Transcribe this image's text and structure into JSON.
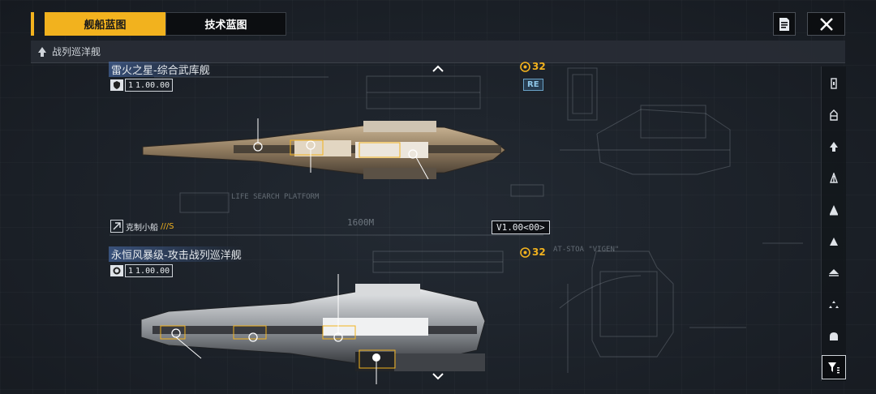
{
  "tabs": [
    {
      "label": "舰船蓝图",
      "active": true
    },
    {
      "label": "技术蓝图",
      "active": false
    }
  ],
  "header": {
    "notes_icon": "document-icon",
    "close_icon": "close-icon"
  },
  "category": {
    "icon": "ship-class-icon",
    "label": "战列巡洋舰"
  },
  "ships": [
    {
      "name": "雷火之星-综合武库舰",
      "scale_digit": "1",
      "scale_value": "1.00.00",
      "cost": "32",
      "tag": "RE",
      "counter_label": "克制小船",
      "counter_grade": "///S",
      "version": "V1.00<00>",
      "length_label": "1600M"
    },
    {
      "name": "永恒风暴级-攻击战列巡洋舰",
      "scale_digit": "1",
      "scale_value": "1.00.00",
      "cost": "32"
    }
  ],
  "blueprint_labels": {
    "platform": "LIFE SEARCH PLATFORM",
    "vigen": "AT-STOA \"VIGEN\""
  },
  "rail": [
    {
      "icon": "frigate-icon"
    },
    {
      "icon": "destroyer-icon"
    },
    {
      "icon": "cruiser-icon"
    },
    {
      "icon": "battlecruiser-icon"
    },
    {
      "icon": "aux-ship-icon"
    },
    {
      "icon": "carrier-icon"
    },
    {
      "icon": "battleship-icon"
    },
    {
      "icon": "formation-icon"
    },
    {
      "icon": "station-icon"
    },
    {
      "icon": "filter-icon"
    }
  ],
  "colors": {
    "accent": "#f2b21e",
    "tag": "#6aa3c8"
  }
}
